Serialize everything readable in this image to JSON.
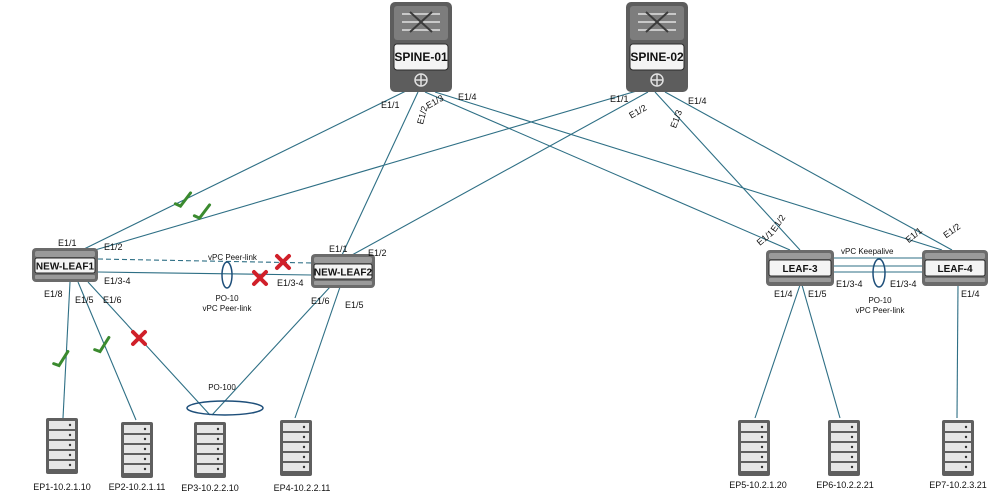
{
  "spines": {
    "spine1": {
      "name": "SPINE-01",
      "ports": {
        "e11": "E1/1",
        "e12": "E1/2",
        "e13": "E1/3",
        "e14": "E1/4"
      }
    },
    "spine2": {
      "name": "SPINE-02",
      "ports": {
        "e11": "E1/1",
        "e12": "E1/2",
        "e13": "E1/3",
        "e14": "E1/4"
      }
    }
  },
  "leaves": {
    "newleaf1": {
      "name": "NEW-LEAF1",
      "ports": {
        "e11": "E1/1",
        "e12": "E1/2",
        "e134": "E1/3-4",
        "e18": "E1/8",
        "e15": "E1/5",
        "e16": "E1/6"
      }
    },
    "newleaf2": {
      "name": "NEW-LEAF2",
      "ports": {
        "e11": "E1/1",
        "e12": "E1/2",
        "e134": "E1/3-4",
        "e16": "E1/6",
        "e15": "E1/5"
      }
    },
    "leaf3": {
      "name": "LEAF-3",
      "ports": {
        "e12": "E1/2",
        "e11": "E1/1",
        "e134": "E1/3-4",
        "e14": "E1/4",
        "e15": "E1/5"
      }
    },
    "leaf4": {
      "name": "LEAF-4",
      "ports": {
        "e11": "E1/1",
        "e12": "E1/2",
        "e134": "E1/3-4",
        "e14": "E1/4"
      }
    }
  },
  "links": {
    "peer_link_left_dashed": "vPC Peer-link",
    "po10_left": "PO-10",
    "po10_left_sub": "vPC Peer-link",
    "keepalive_right": "vPC Keepalive",
    "po10_right": "PO-10",
    "po10_right_sub": "vPC Peer-link",
    "po100": "PO-100"
  },
  "endpoints": {
    "ep1": "EP1-10.2.1.10",
    "ep2": "EP2-10.2.1.11",
    "ep3": "EP3-10.2.2.10",
    "ep4": "EP4-10.2.2.11",
    "ep5": "EP5-10.2.1.20",
    "ep6": "EP6-10.2.2.21",
    "ep7": "EP7-10.2.3.21"
  },
  "colors": {
    "link": "#2e6f85",
    "check": "#3a8a2e",
    "cross": "#d0202a",
    "device_face": "#f2f2f2",
    "device_body": "#6a6a6a"
  }
}
